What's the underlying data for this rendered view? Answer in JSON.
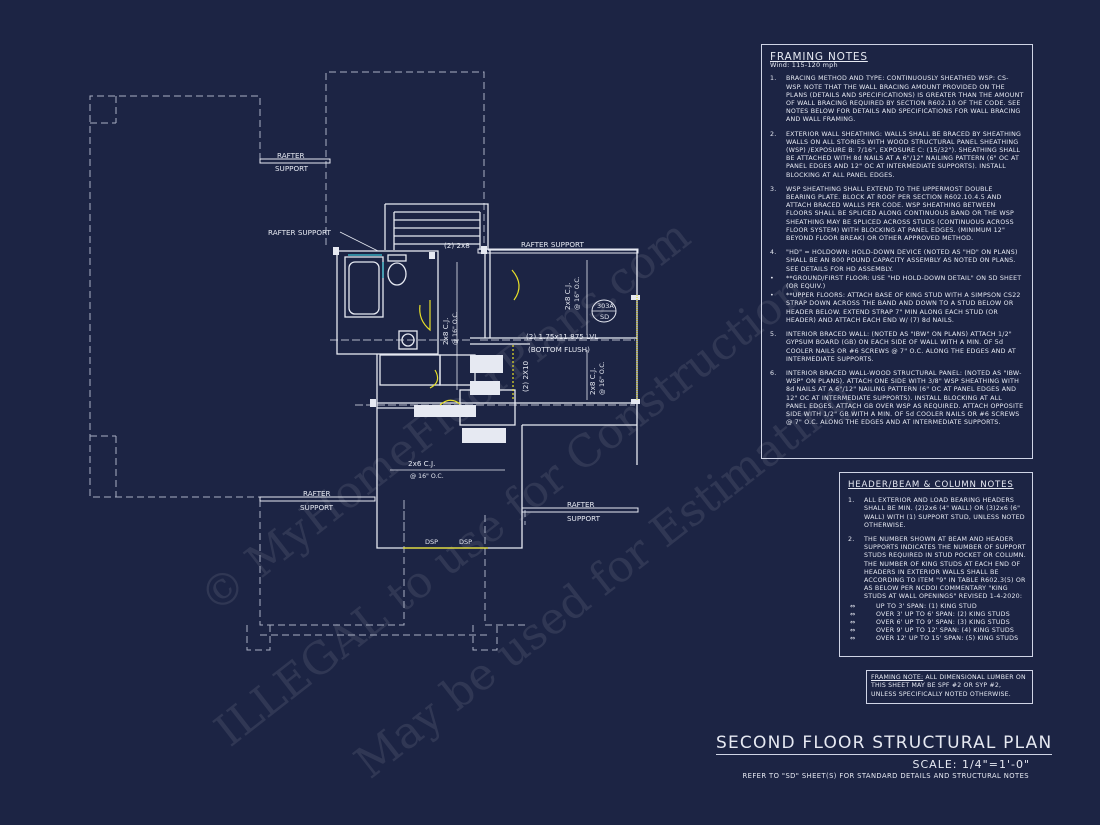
{
  "plan_labels": {
    "rafter_support_top_left": [
      "RAFTER",
      "SUPPORT"
    ],
    "rafter_support_mid": "RAFTER SUPPORT",
    "rafter_support_right": "RAFTER SUPPORT",
    "rafter_support_bottom_left": [
      "RAFTER",
      "SUPPORT"
    ],
    "rafter_support_bottom_right": [
      "RAFTER",
      "SUPPORT"
    ],
    "header_2x8": "(2) 2x8",
    "joist_left": [
      "2x8 C.J.",
      "@ 16\" O.C."
    ],
    "joist_right_top": [
      "2x8 C.J.",
      "@ 16\" O.C."
    ],
    "joist_right_bottom": [
      "2x8 C.J.",
      "@ 16\" O.C."
    ],
    "beam_lvl": "(2) 1.75x11.875 LVL",
    "beam_flush": "(BOTTOM FLUSH)",
    "header_2x10": "(2) 2X10",
    "joist_bottom": [
      "2x6 C.J.",
      "@ 16\" O.C."
    ],
    "detail_tag_top": "303A",
    "detail_tag_bottom": "SD",
    "dsp_left": "DSP",
    "dsp_right": "DSP"
  },
  "watermark": {
    "line1": "© MyHomeFloorPlans.com",
    "line2": "ILLEGAL to use for Construction",
    "line3": "May be used for Estimating"
  },
  "framing_notes": {
    "title": "FRAMING NOTES",
    "wind": "Wind: 115-120 mph",
    "items": [
      {
        "n": "1.",
        "text": "BRACING METHOD AND TYPE: CONTINUOUSLY SHEATHED WSP: CS-WSP. NOTE THAT THE WALL BRACING AMOUNT PROVIDED ON THE PLANS (DETAILS AND SPECIFICATIONS) IS GREATER THAN THE AMOUNT OF WALL BRACING REQUIRED BY SECTION R602.10 OF THE CODE. SEE NOTES BELOW FOR DETAILS AND SPECIFICATIONS FOR WALL BRACING AND WALL FRAMING."
      },
      {
        "n": "2.",
        "text": "EXTERIOR WALL SHEATHING: WALLS SHALL BE BRACED BY SHEATHING WALLS ON ALL STORIES WITH WOOD STRUCTURAL PANEL SHEATHING (WSP) /EXPOSURE B: 7/16\", EXPOSURE C: (15/32\"). SHEATHING SHALL BE ATTACHED WITH 8d NAILS AT A 6\"/12\" NAILING PATTERN (6\" OC AT PANEL EDGES AND 12\" OC AT INTERMEDIATE SUPPORTS). INSTALL BLOCKING AT ALL PANEL EDGES."
      },
      {
        "n": "3.",
        "text": "WSP SHEATHING SHALL EXTEND TO THE UPPERMOST DOUBLE BEARING PLATE. BLOCK AT ROOF PER SECTION R602.10.4.5 AND ATTACH BRACED WALLS PER CODE. WSP SHEATHING BETWEEN FLOORS SHALL BE SPLICED ALONG CONTINUOUS BAND OR THE WSP SHEATHING MAY BE SPLICED ACROSS STUDS (CONTINUOUS ACROSS FLOOR SYSTEM) WITH BLOCKING AT PANEL EDGES. (MINIMUM 12\" BEYOND FLOOR BREAK) OR OTHER APPROVED METHOD."
      },
      {
        "n": "4.",
        "text": "\"HD\" = HOLDOWN: HOLD-DOWN DEVICE (NOTED AS \"HD\" ON PLANS) SHALL BE AN 800 POUND CAPACITY ASSEMBLY AS NOTED ON PLANS. SEE DETAILS FOR HD ASSEMBLY."
      }
    ],
    "bullets": [
      "**GROUND/FIRST FLOOR: USE \"HD HOLD-DOWN DETAIL\" ON SD SHEET (OR EQUIV.)",
      "**UPPER FLOORS: ATTACH BASE OF KING STUD WITH A SIMPSON CS22 STRAP DOWN ACROSS THE BAND AND DOWN TO A STUD BELOW OR HEADER BELOW. EXTEND STRAP 7\" MIN ALONG EACH STUD (OR HEADER) AND ATTACH EACH END W/ (7) 8d NAILS."
    ],
    "items2": [
      {
        "n": "5.",
        "text": "INTERIOR BRACED WALL: (NOTED AS \"IBW\" ON PLANS) ATTACH 1/2\" GYPSUM BOARD (GB) ON EACH SIDE OF WALL WITH A MIN. OF 5d COOLER NAILS OR #6 SCREWS @ 7\" O.C. ALONG THE EDGES AND AT INTERMEDIATE SUPPORTS."
      },
      {
        "n": "6.",
        "text": "INTERIOR BRACED WALL-WOOD STRUCTURAL PANEL: (NOTED AS \"IBW-WSP\" ON PLANS). ATTACH ONE SIDE WITH 3/8\" WSP SHEATHING WITH 8d NAILS AT A 6\"/12\" NAILING PATTERN (6\" OC AT PANEL EDGES AND 12\" OC AT INTERMEDIATE SUPPORTS). INSTALL BLOCKING AT ALL PANEL EDGES. ATTACH GB OVER WSP AS REQUIRED. ATTACH OPPOSITE SIDE WITH 1/2\" GB WITH A MIN. OF 5d COOLER NAILS OR #6 SCREWS @ 7\" O.C. ALONG THE EDGES AND AT INTERMEDIATE SUPPORTS."
      }
    ]
  },
  "header_notes": {
    "title": "HEADER/BEAM & COLUMN NOTES",
    "items": [
      {
        "n": "1.",
        "text": "ALL EXTERIOR AND LOAD BEARING HEADERS SHALL BE MIN. (2)2x6 (4\" WALL) OR (3)2x6 (6\" WALL) WITH (1) SUPPORT STUD, UNLESS NOTED OTHERWISE."
      },
      {
        "n": "2.",
        "text": "THE NUMBER SHOWN AT BEAM AND HEADER SUPPORTS INDICATES THE NUMBER OF SUPPORT STUDS REQUIRED IN STUD POCKET OR COLUMN. THE NUMBER OF KING STUDS AT EACH END OF HEADERS IN EXTERIOR WALLS SHALL BE ACCORDING TO ITEM \"9\" IN TABLE R602.3(5) OR AS BELOW PER NCDOI COMMENTARY \"KING STUDS AT WALL OPENINGS\" REVISED 1-4-2020:"
      }
    ],
    "bullets": [
      "UP TO 3' SPAN: (1) KING STUD",
      "OVER 3' UP TO 6' SPAN: (2) KING STUDS",
      "OVER 6' UP TO 9' SPAN: (3) KING STUDS",
      "OVER 9' UP TO 12' SPAN: (4) KING STUDS",
      "OVER 12' UP TO 15' SPAN: (5) KING STUDS"
    ],
    "bullet_marker": "⇔"
  },
  "framing_note_box": {
    "label": "FRAMING NOTE:",
    "text": " ALL DIMENSIONAL LUMBER ON THIS SHEET MAY BE SPF #2 OR SYP #2, UNLESS SPECIFICALLY NOTED OTHERWISE."
  },
  "title_block": {
    "title": "SECOND FLOOR STRUCTURAL PLAN",
    "scale": "SCALE: 1/4\"=1'-0\"",
    "reference": "REFER TO \"SD\" SHEET(S) FOR STANDARD DETAILS AND STRUCTURAL NOTES"
  },
  "colors": {
    "background": "#1c2444",
    "line": "#e6e9f2",
    "dashed": "#aab0c4",
    "yellow": "#e8e028",
    "cyan": "#3ec8d8"
  }
}
